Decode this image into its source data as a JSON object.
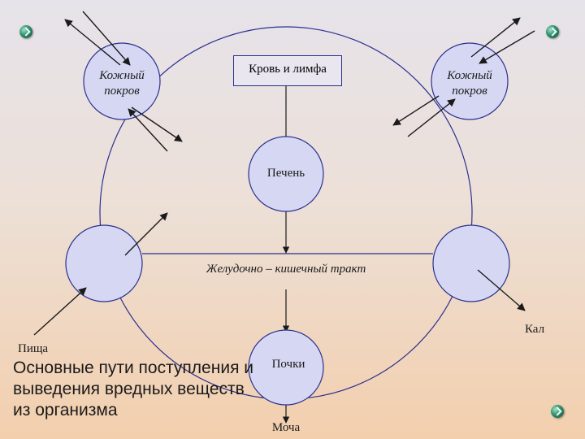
{
  "diagram": {
    "top_box": "Кровь и лимфа",
    "skin_left": "Кожный покров",
    "skin_right": "Кожный покров",
    "liver": "Печень",
    "gi_tract": "Желудочно – кишечный тракт",
    "kidneys": "Почки",
    "food": "Пища",
    "feces": "Кал",
    "urine": "Моча"
  },
  "title": "Основные пути поступления и выведения вредных веществ из организма",
  "icons": [
    "arrow-bullet-icon",
    "arrow-bullet-icon",
    "arrow-bullet-icon"
  ]
}
